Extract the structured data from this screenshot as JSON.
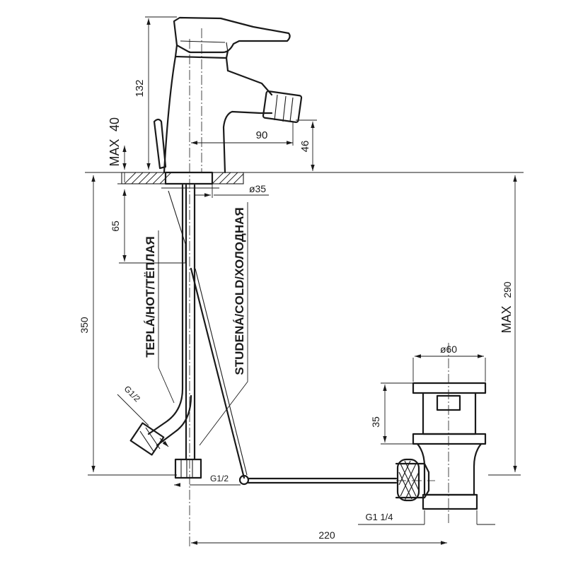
{
  "dimensions": {
    "top_height": "132",
    "max_label": "MAX",
    "max_deck": "40",
    "spout_reach": "90",
    "spout_height": "46",
    "flange_diameter": "ø35",
    "hose_offset": "65",
    "hose_length": "350",
    "waste_length": "290",
    "plug_diameter": "ø60",
    "plug_height": "35",
    "waste_thread": "G1  1/4",
    "horizontal_offset": "220"
  },
  "labels": {
    "hot": "TEPLÁ/HOT/ТЁПЛАЯ",
    "cold": "STUDENÁ/COLD/ХОЛОДНАЯ",
    "thread_hot": "G1/2",
    "thread_cold": "G1/2"
  }
}
